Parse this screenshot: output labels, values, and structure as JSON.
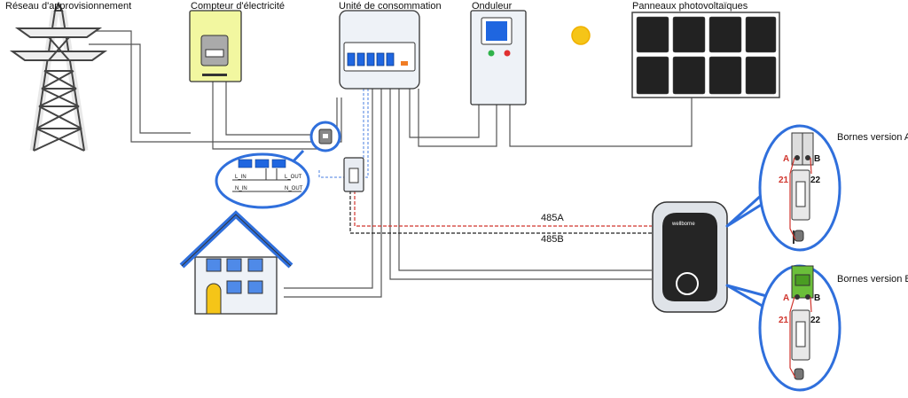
{
  "labels": {
    "grid": "Réseau d'approvisionnement",
    "meter": "Compteur d'électricité",
    "consumer_unit": "Unité de consommation",
    "inverter": "Onduleur",
    "pv_panels": "Panneaux photovoltaïques",
    "terminals_a": "Bornes version A",
    "terminals_b": "Bornes version B",
    "bus_a": "485A",
    "bus_b": "485B"
  },
  "ct_sensor": {
    "l_in": "L_IN",
    "l_out": "L_OUT",
    "n_in": "N_IN",
    "n_out": "N_OUT"
  },
  "charger": {
    "brand": "wellborne"
  },
  "terminal_a": {
    "pin_a": "A",
    "pin_b": "B",
    "pin_21": "21",
    "pin_22": "22"
  },
  "terminal_b": {
    "pin_a": "A",
    "pin_b": "B",
    "pin_21": "21",
    "pin_22": "22"
  },
  "colors": {
    "meter": "#f2f7a0",
    "sun": "#f5c518",
    "panel": "#222222",
    "callout": "#2f6fdc",
    "breaker": "#1f66e0",
    "bus_a": "#d0342c",
    "bus_b": "#222222",
    "door": "#f5c518",
    "roof": "#2f6fdc",
    "terminal_b": "#6bbf3a"
  },
  "icons": [
    "transmission-tower-icon",
    "sun-icon",
    "house-icon"
  ]
}
